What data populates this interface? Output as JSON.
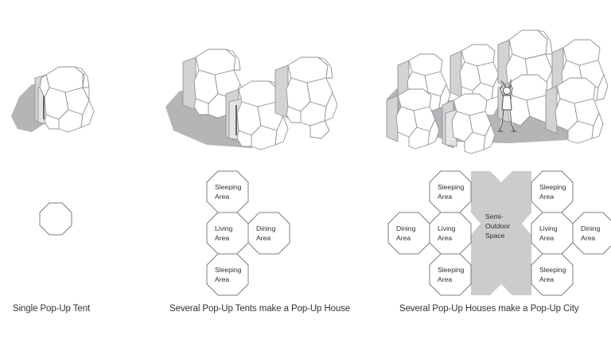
{
  "page": {
    "background": "#ffffff",
    "stroke_color": "#7c7c7c",
    "shadow_color": "#b4b5b6",
    "void_fill": "#cccccc",
    "panel_face": "#ffffff",
    "side_panel": "#d2d3d4"
  },
  "panels": [
    {
      "id": "single-tent",
      "caption": "Single Pop-Up Tent",
      "iso": {
        "domes": 1,
        "has_figure": false
      },
      "plan": {
        "cells": [],
        "void_label": null
      }
    },
    {
      "id": "pop-up-house",
      "caption": "Several Pop-Up Tents make a Pop-Up House",
      "iso": {
        "domes": 3,
        "has_figure": false
      },
      "plan": {
        "cells": [
          {
            "name": "sleeping-area-top",
            "line1": "Sleeping",
            "line2": "Area"
          },
          {
            "name": "living-area",
            "line1": "Living",
            "line2": "Area"
          },
          {
            "name": "dining-area",
            "line1": "Dining",
            "line2": "Area"
          },
          {
            "name": "sleeping-area-bottom",
            "line1": "Sleeping",
            "line2": "Area"
          }
        ],
        "void_label": null
      }
    },
    {
      "id": "pop-up-city",
      "caption": "Several Pop-Up Houses make a Pop-Up City",
      "iso": {
        "domes": 8,
        "has_figure": true
      },
      "plan": {
        "cells": [
          {
            "name": "dining-area-left",
            "line1": "Dining",
            "line2": "Area"
          },
          {
            "name": "sleeping-area-left-top",
            "line1": "Sleeping",
            "line2": "Area"
          },
          {
            "name": "living-area-left",
            "line1": "Living",
            "line2": "Area"
          },
          {
            "name": "sleeping-area-left-bottom",
            "line1": "Sleeping",
            "line2": "Area"
          },
          {
            "name": "sleeping-area-right-top",
            "line1": "Sleeping",
            "line2": "Area"
          },
          {
            "name": "living-area-right",
            "line1": "Living",
            "line2": "Area"
          },
          {
            "name": "dining-area-right",
            "line1": "Dining",
            "line2": "Area"
          },
          {
            "name": "sleeping-area-right-bottom",
            "line1": "Sleeping",
            "line2": "Area"
          }
        ],
        "void_label": {
          "line1": "Semi-",
          "line2": "Outdoor",
          "line3": "Space"
        }
      }
    }
  ]
}
